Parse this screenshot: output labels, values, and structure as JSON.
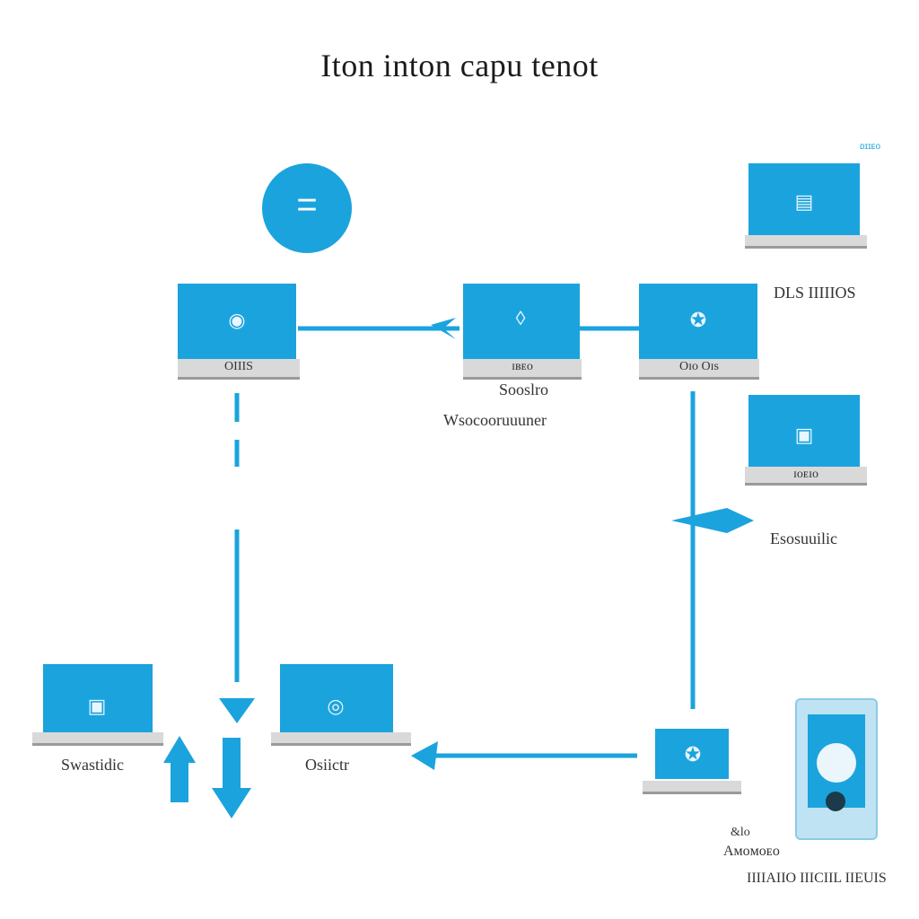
{
  "title": "Iton inton capu tenot",
  "top_right_tag": "ᴅɪɪᴇᴏ",
  "nodes": {
    "circle_node": {
      "symbol": "="
    },
    "laptop_a": {
      "base_label": "OIIIS"
    },
    "laptop_b": {
      "base_label": "ɪʙᴇᴏ",
      "caption1": "Sooslro",
      "caption2": "Wsocooruuuner"
    },
    "laptop_c": {
      "base_label": "Oɪᴏ Oɪs"
    },
    "laptop_top_right": {
      "base_label": ""
    },
    "label_dls": "DLS IIIIIOS",
    "laptop_mid_right": {
      "base_label": "ɪᴏᴇɪᴏ"
    },
    "label_esso": "Esosuuilic",
    "laptop_bottom_left": {
      "base_label": "",
      "caption": "Swastidic"
    },
    "laptop_bottom_mid": {
      "base_label": "",
      "caption": "Osiictr"
    },
    "laptop_bottom_right": {
      "base_label": ""
    },
    "router": {
      "caption_top": "&lo",
      "caption1": "Aᴍᴏᴍᴏᴇᴏ",
      "caption2": "IIIIAIIO IIICIIL IIEUIS"
    }
  },
  "icons": [
    "person-circle-icon",
    "globe-icon",
    "drop-icon",
    "settings-icon",
    "document-icon",
    "camera-icon",
    "router-icon"
  ]
}
